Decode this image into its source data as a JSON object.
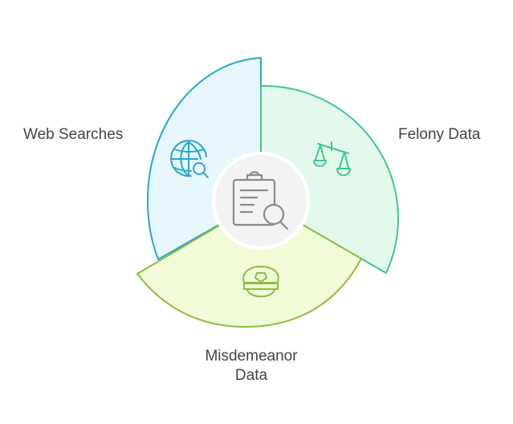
{
  "diagram": {
    "center": {
      "icon": "clipboard-search-icon"
    },
    "segments": [
      {
        "id": "web-searches",
        "label": "Web Searches",
        "icon": "globe-search-icon",
        "fill": "#e8f7fd",
        "stroke": "#27a6d3",
        "icon_color": "#27a6d3"
      },
      {
        "id": "felony-data",
        "label": "Felony Data",
        "icon": "scales-icon",
        "fill": "#e4f9ee",
        "stroke": "#3dc987",
        "icon_color": "#3dc987"
      },
      {
        "id": "misdemeanor-data",
        "label_line1": "Misdemeanor",
        "label_line2": "Data",
        "icon": "police-cap-icon",
        "fill": "#f1fbd8",
        "stroke": "#8cbe3f",
        "icon_color": "#8cbe3f"
      }
    ],
    "center_fill": "#f3f3f3",
    "center_icon_color": "#8a8a8a"
  }
}
